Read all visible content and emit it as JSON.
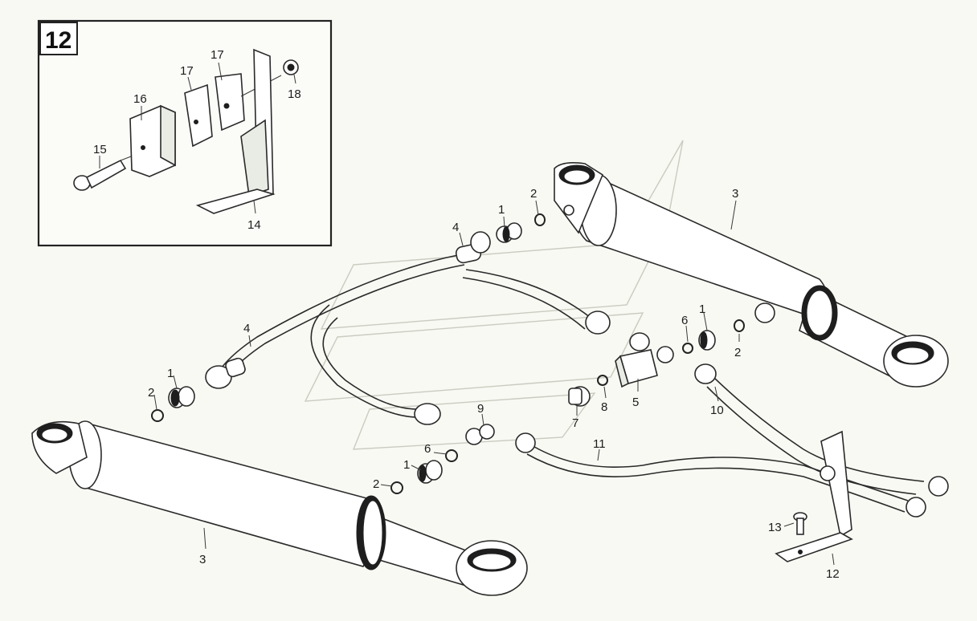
{
  "inset": {
    "number": "12"
  },
  "callouts": {
    "c1a": "1",
    "c2a": "2",
    "c3a": "3",
    "c4a": "4",
    "c4b": "4",
    "c1b": "1",
    "c2b": "2",
    "c6a": "6",
    "c1c": "1",
    "c2c": "2",
    "c5": "5",
    "c8": "8",
    "c7": "7",
    "c9": "9",
    "c10": "10",
    "c11": "11",
    "c6b": "6",
    "c1d": "1",
    "c2d": "2",
    "c3b": "3",
    "c13": "13",
    "c12": "12",
    "c15": "15",
    "c16": "16",
    "c17a": "17",
    "c17b": "17",
    "c18": "18",
    "c14": "14"
  }
}
